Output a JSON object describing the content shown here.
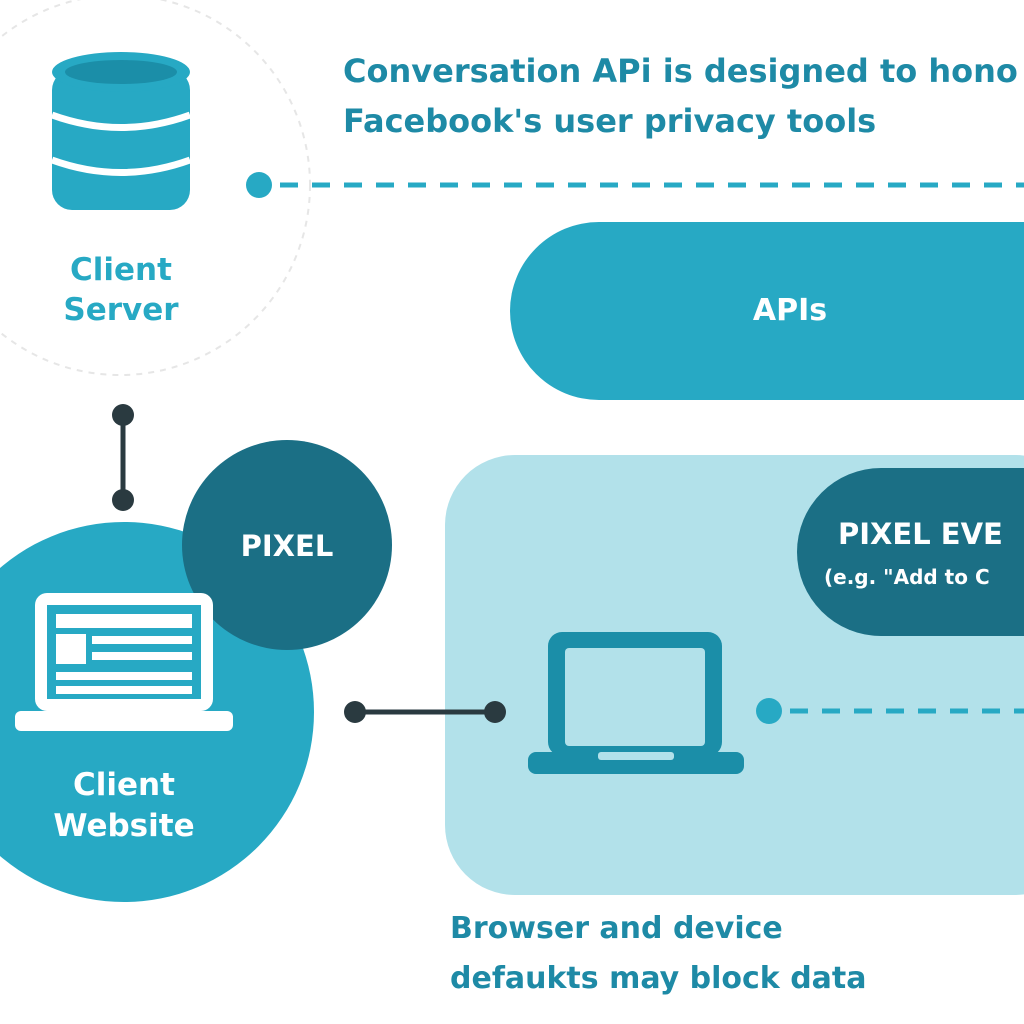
{
  "header_note": {
    "line1": "Conversation APi is designed to hono",
    "line2": "Facebook's user privacy tools"
  },
  "client_server": {
    "label_line1": "Client",
    "label_line2": "Server",
    "icon": "database-icon"
  },
  "apis": {
    "label": "APIs"
  },
  "pixel": {
    "label": "PIXEL"
  },
  "client_website": {
    "label_line1": "Client",
    "label_line2": "Website",
    "icon": "laptop-webpage-icon"
  },
  "browser_panel": {
    "device_icon": "laptop-icon"
  },
  "pixel_event": {
    "label_line1": "PIXEL EVE",
    "label_line2": "(e.g. \"Add to C"
  },
  "footer_note": {
    "line1": "Browser and device",
    "line2": "defaukts may block data"
  },
  "colors": {
    "teal": "#27a9c4",
    "dark_teal": "#1b6f85",
    "light_teal": "#b2e1ea",
    "connector": "#2a3a40",
    "white": "#ffffff"
  }
}
